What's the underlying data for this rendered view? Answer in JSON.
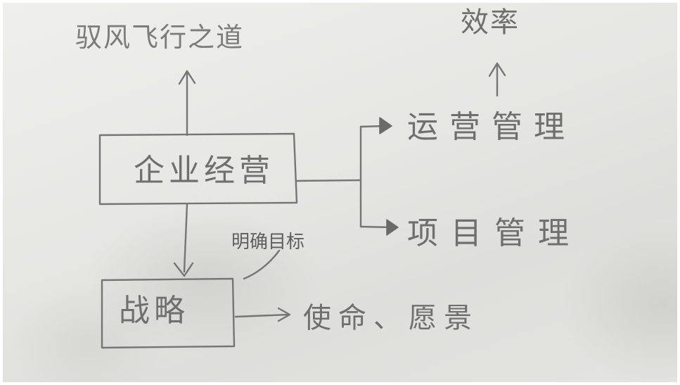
{
  "diagram": {
    "top_left_label": "驭风飞行之道",
    "top_right_label": "效率",
    "box_enterprise": "企业经营",
    "box_strategy": "战略",
    "branch_operations": "运营管理",
    "branch_project": "项目管理",
    "annotation_clarify": "明确目标",
    "target_mission_vision": "使命、愿景"
  },
  "colors": {
    "pencil": "#6f6f6d",
    "paper": "#e6e6e3"
  }
}
